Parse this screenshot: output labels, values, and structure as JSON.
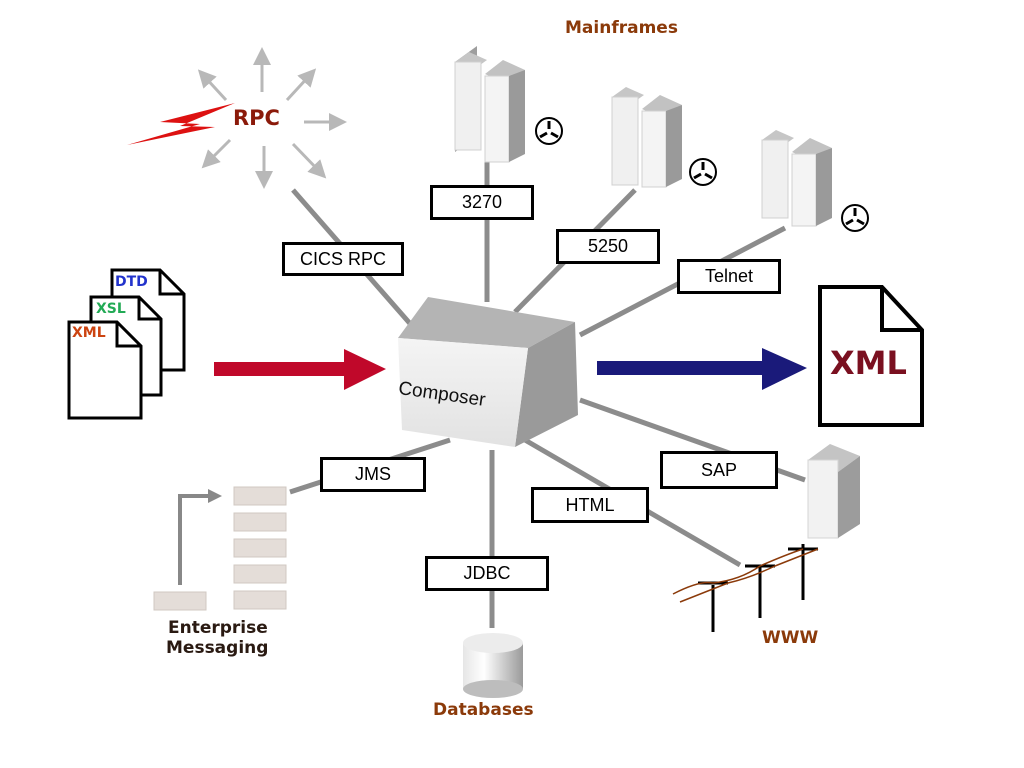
{
  "diagram": {
    "center": {
      "label": "Composer"
    },
    "captions": {
      "mainframes": "Mainframes",
      "rpc": "RPC",
      "enterprise_messaging_line1": "Enterprise",
      "enterprise_messaging_line2": "Messaging",
      "databases": "Databases",
      "www": "WWW"
    },
    "protocols": {
      "cics_rpc": "CICS RPC",
      "p3270": "3270",
      "p5250": "5250",
      "telnet": "Telnet",
      "jms": "JMS",
      "jdbc": "JDBC",
      "html": "HTML",
      "sap": "SAP"
    },
    "input_documents": [
      "DTD",
      "XSL",
      "XML"
    ],
    "output_document": "XML",
    "colors": {
      "caption_brown": "#8b3a0a",
      "rpc_red": "#8b1a0a",
      "input_arrow": "#c0082a",
      "output_arrow": "#1a1a7a",
      "dtd_blue": "#2233cc",
      "xsl_green": "#22aa55",
      "xml_orange": "#cc4411",
      "output_xml": "#7a1020",
      "connector_gray": "#8c8c8c"
    }
  }
}
